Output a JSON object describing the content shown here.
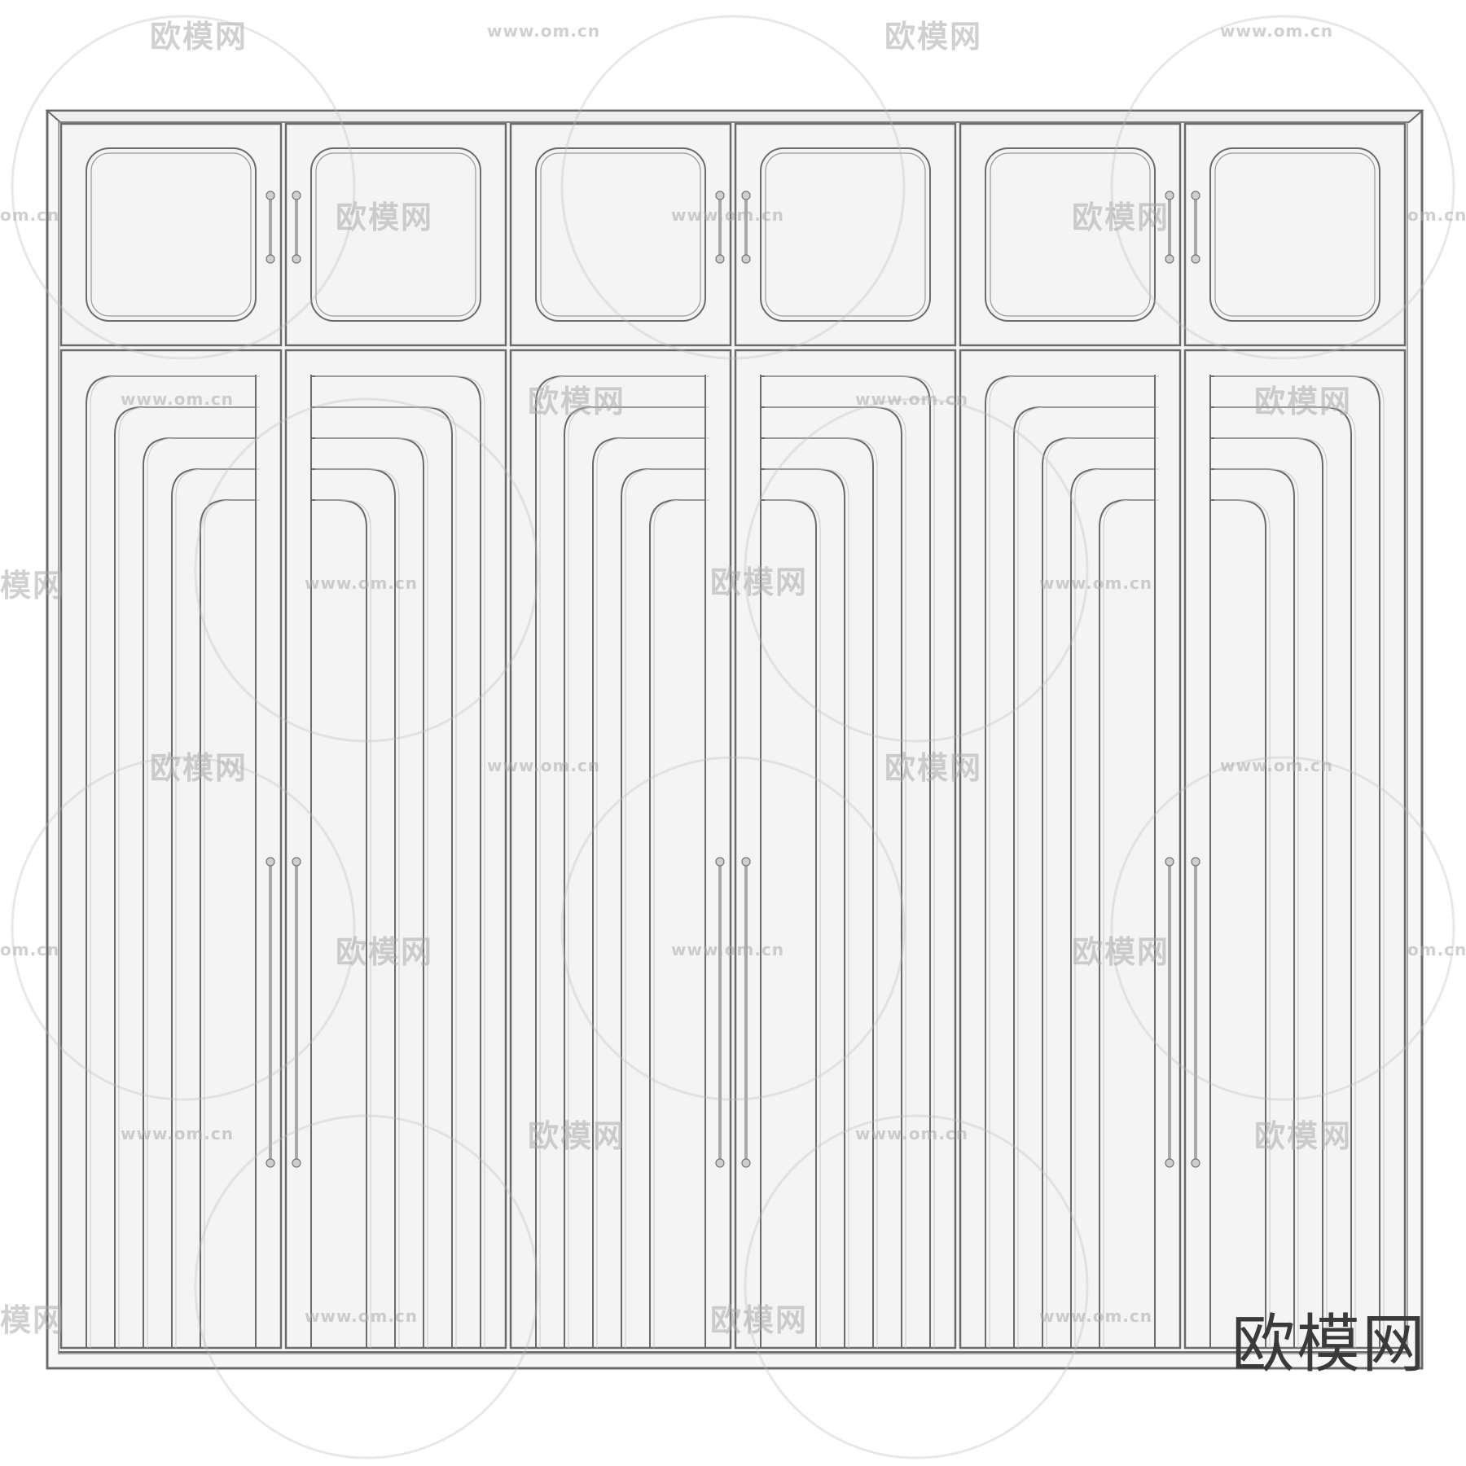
{
  "image": {
    "subject": "wardrobe-front-elevation",
    "colors": {
      "background": "#ffffff",
      "panel": "#f4f4f4",
      "outline": "#6b6b6b",
      "handle": "#a8a8a8"
    }
  },
  "wardrobe": {
    "door_pairs": 3,
    "upper_doors": 6,
    "lower_doors": 6
  },
  "watermarks": {
    "brand": "欧模网",
    "url": "www.om.cn",
    "url_partial": "om.cn",
    "brand_partial": "模网"
  },
  "corner_logo": {
    "text": "欧模网"
  }
}
